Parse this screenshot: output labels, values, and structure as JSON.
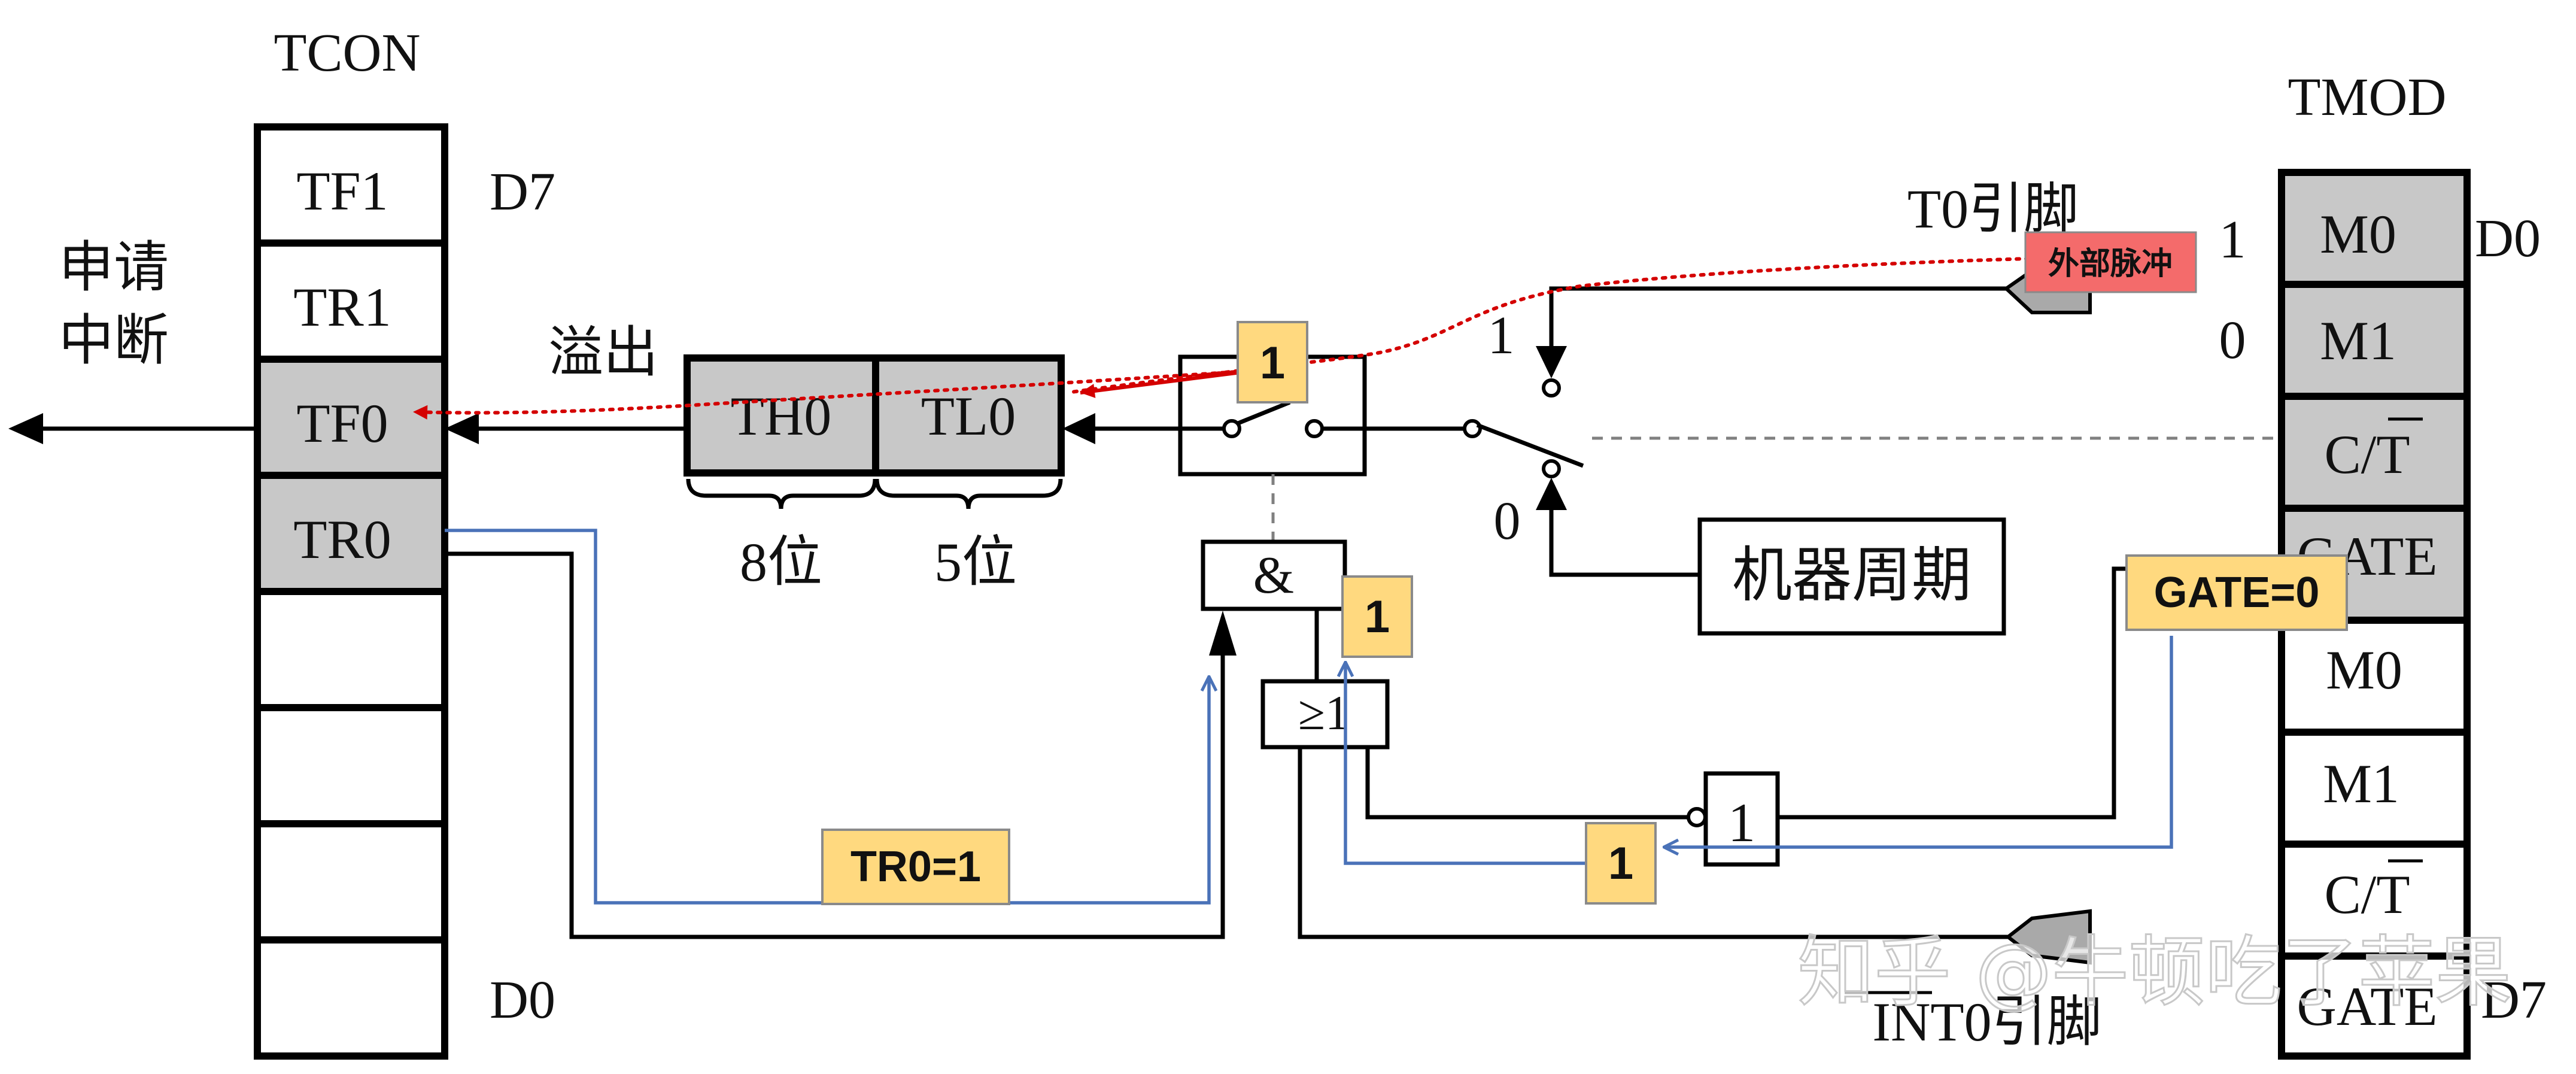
{
  "tcon": {
    "title": "TCON",
    "cells": [
      "TF1",
      "TR1",
      "TF0",
      "TR0",
      "",
      "",
      "",
      ""
    ],
    "d7": "D7",
    "d0": "D0"
  },
  "tmod": {
    "title": "TMOD",
    "cells": [
      "M0",
      "M1",
      "C/T",
      "GATE",
      "M0",
      "M1",
      "C/T",
      "GATE"
    ],
    "d0": "D0",
    "d7": "D7",
    "bit1": "1",
    "bit0": "0"
  },
  "interrupt_request": [
    "申请",
    "中断"
  ],
  "overflow_label": "溢出",
  "counter": {
    "th0": "TH0",
    "tl0": "TL0",
    "th0_width": "8位",
    "tl0_width": "5位"
  },
  "selector": {
    "upper_input": "1",
    "lower_input": "0"
  },
  "pins": {
    "t0": "T0引脚",
    "int0": "INT0引脚"
  },
  "machine_cycle": "机器周期",
  "gates": {
    "and": "&",
    "or": "≥1",
    "not": "1"
  },
  "annotations": {
    "external_pulse": "外部脉冲",
    "tr0": "TR0=1",
    "gate": "GATE=0",
    "switch_on": "1",
    "and_input": "1",
    "not_output": "1"
  },
  "watermark": "知乎 @牛顿吃了苹果",
  "colors": {
    "register_shaded": "#c8c8c8",
    "blue_line": "#4a72b8",
    "red_path": "#d40000",
    "highlight_box": "#ffd97f",
    "pulse_box": "#f46b6b"
  }
}
